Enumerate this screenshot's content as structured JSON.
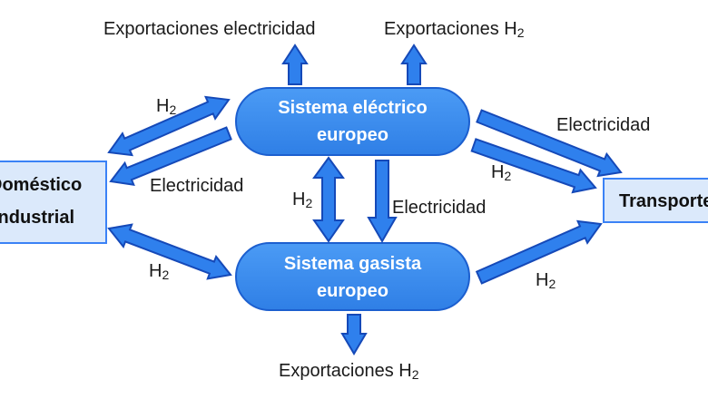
{
  "nodes": {
    "electric": {
      "line1": "Sistema eléctrico",
      "line2": "europeo"
    },
    "gas": {
      "line1": "Sistema gasista",
      "line2": "europeo"
    },
    "domestic": {
      "line1": "Doméstico",
      "line2": "Industrial"
    },
    "transport": {
      "label": "Transporte"
    }
  },
  "labels": {
    "export_electricity": "Exportaciones electricidad",
    "export_h2_prefix": "Exportaciones H",
    "h2_prefix": "H",
    "subscript_2": "2",
    "electricity": "Electricidad"
  },
  "colors": {
    "node_fill": "#3d8ef0",
    "node_stroke": "#1c5fcf",
    "arrow_fill": "#2f80ed",
    "arrow_stroke": "#1549b8",
    "side_fill": "#dbe9fb",
    "side_stroke": "#3b82f6"
  }
}
